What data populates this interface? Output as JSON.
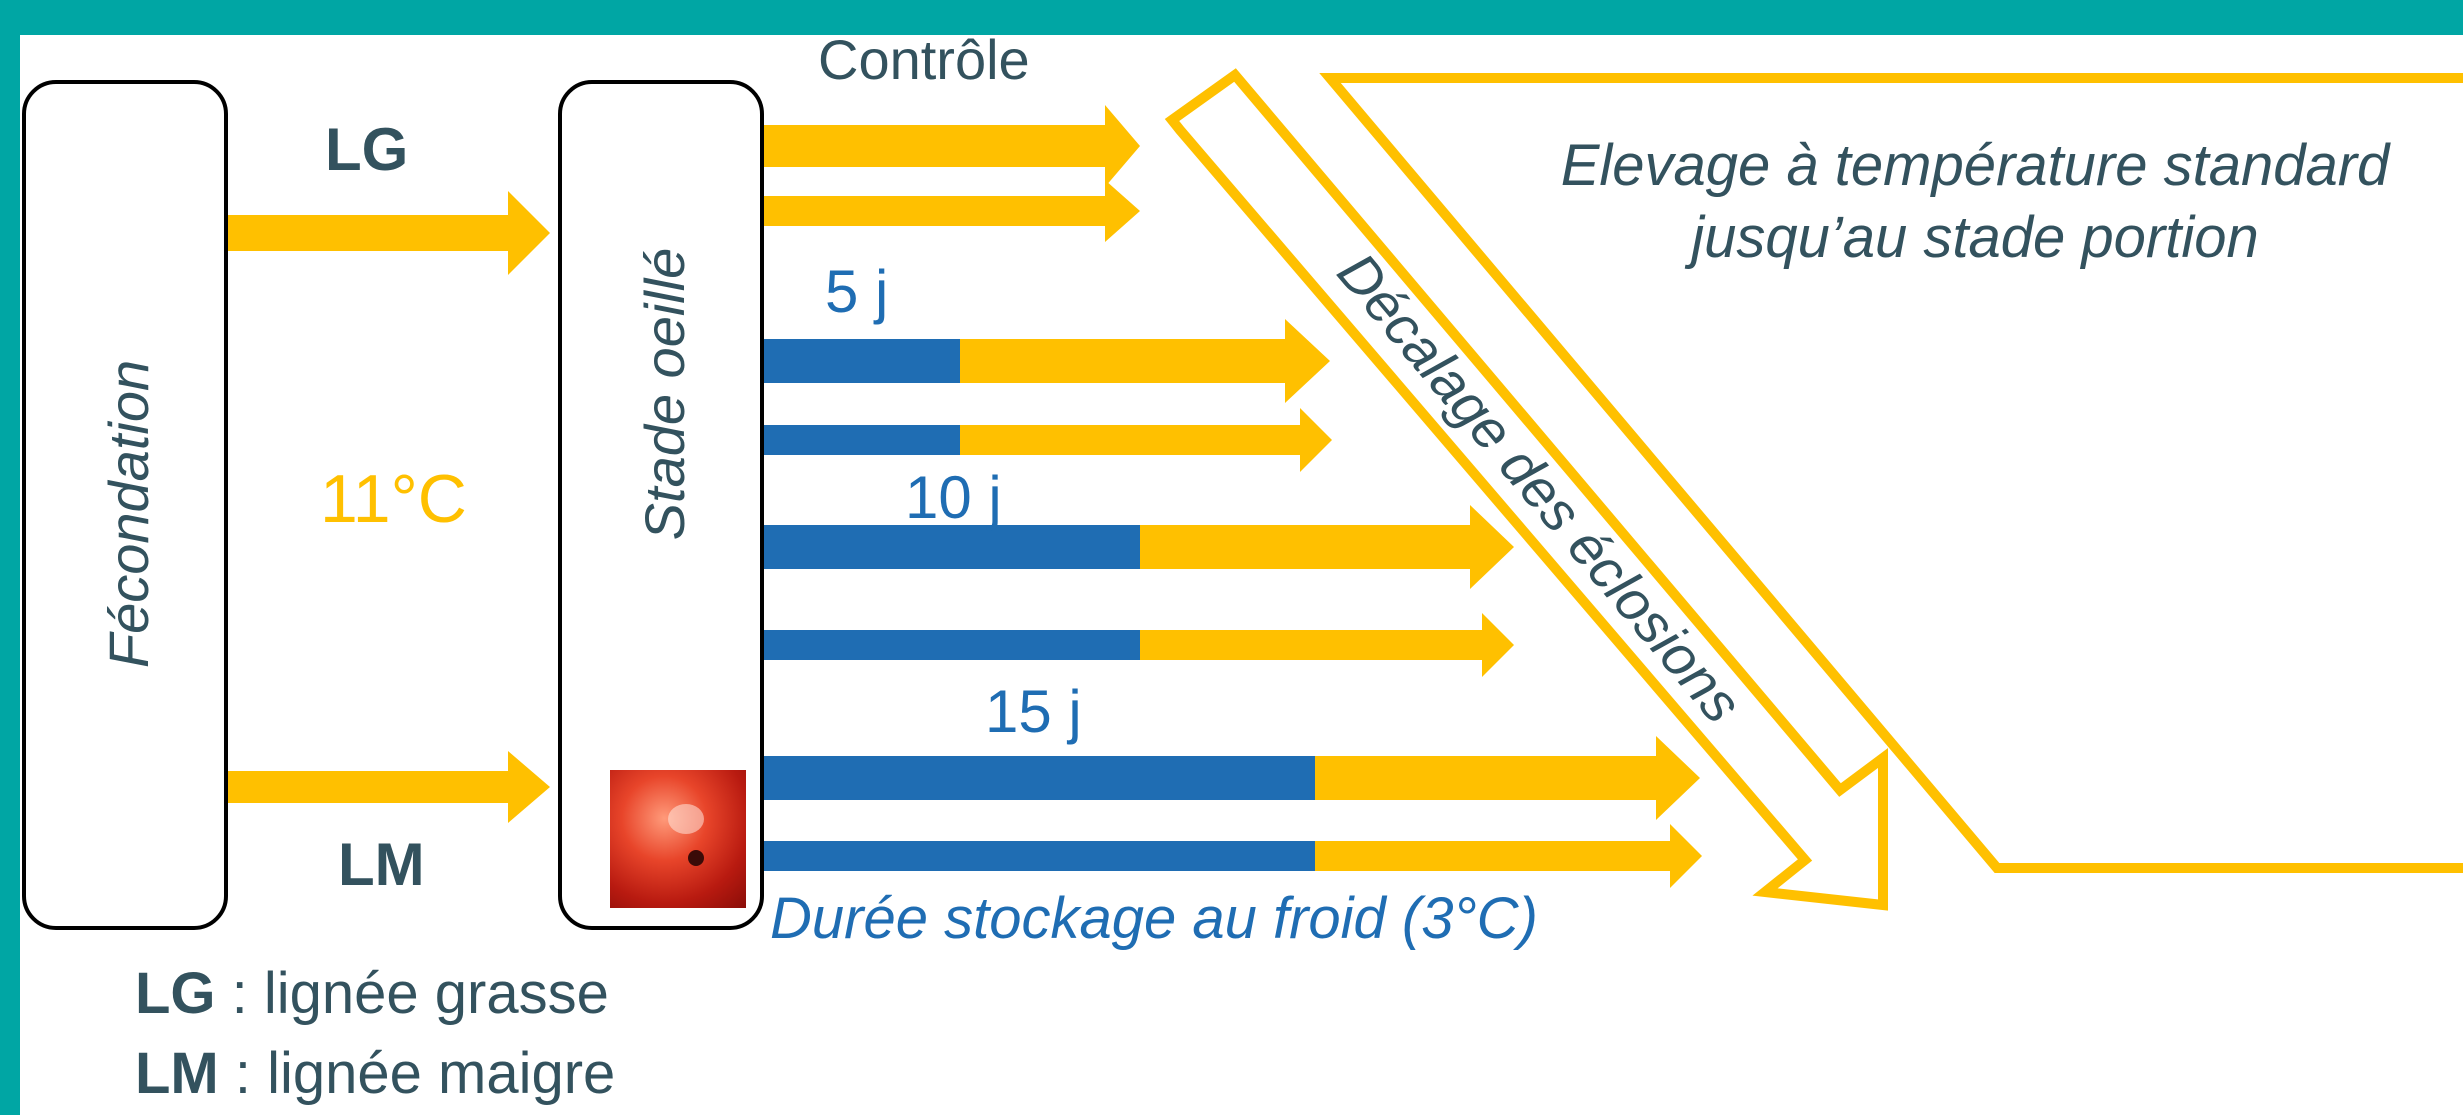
{
  "colors": {
    "teal_background": "#00a6a4",
    "orange": "#ffc000",
    "blue": "#1f6db3",
    "dark_text": "#33525e",
    "black": "#000000"
  },
  "fecondation": {
    "label": "Fécondation"
  },
  "stade_oeille": {
    "label": "Stade oeillé",
    "photo": "eyed-egg-photo"
  },
  "lines": {
    "lg": "LG",
    "lm": "LM"
  },
  "temperature": "11°C",
  "controle_label": "Contrôle",
  "storage": [
    {
      "label": "5 j",
      "days": 5
    },
    {
      "label": "10 j",
      "days": 10
    },
    {
      "label": "15 j",
      "days": 15
    }
  ],
  "storage_caption": "Durée stockage au froid (3°C)",
  "decalage_label": "Décalage des éclosions",
  "elevage": {
    "line1": "Elevage à température standard",
    "line2": "jusqu’au stade portion"
  },
  "legend": [
    {
      "abbr": "LG",
      "text": " : lignée grasse"
    },
    {
      "abbr": "LM",
      "text": " : lignée maigre"
    }
  ]
}
